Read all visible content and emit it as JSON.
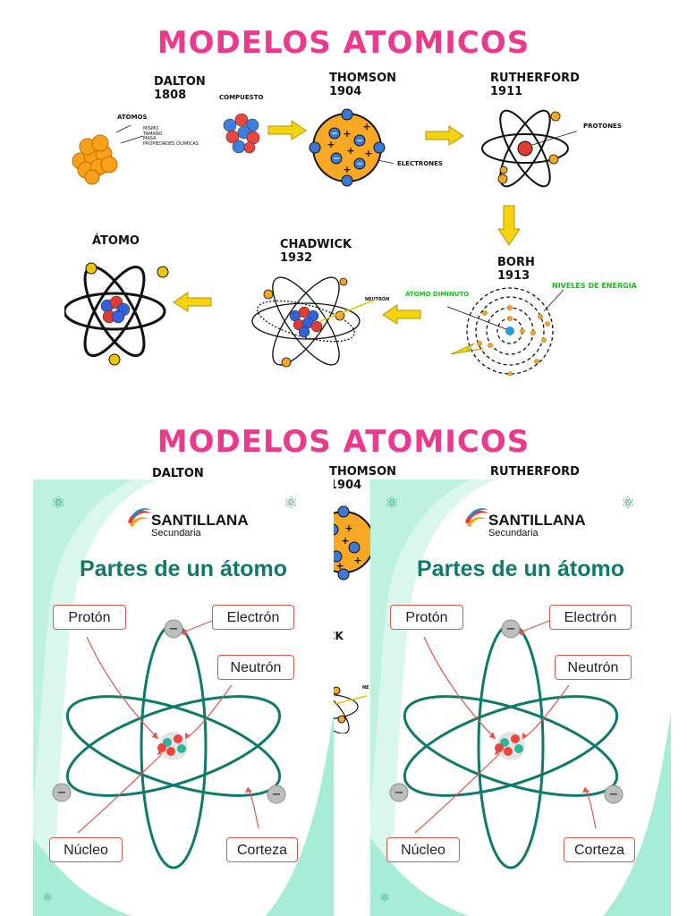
{
  "top_section": {
    "title": "MODELOS ATOMICOS",
    "title_color": "#ea3a8c",
    "models": [
      {
        "name": "DALTON",
        "year": "1808"
      },
      {
        "name": "THOMSON",
        "year": "1904"
      },
      {
        "name": "RUTHERFORD",
        "year": "1911"
      },
      {
        "name": "BORH",
        "year": "1913"
      },
      {
        "name": "CHADWICK",
        "year": "1932"
      },
      {
        "name": "ÁTOMO",
        "year": ""
      }
    ],
    "annotations": {
      "atomos": "ATÓMOS",
      "dalton_notes": [
        "MISMO",
        "TAMAÑO",
        "MASA",
        "PROPIEDADES QUIMICAS"
      ],
      "compuesto": "COMPUESTO",
      "electrones": "ELECTRONES",
      "protones": "PROTONES",
      "atomo_diminuto": "ÁTOMO DIMINUTO",
      "niveles_energia": "NIVELES DE ENERGIA",
      "neutron": "NEUTRÓN"
    }
  },
  "bottom_section": {
    "title": "MODELOS ATOMICOS",
    "partial_labels": {
      "dalton": "DALTON",
      "thomson": "THOMSON",
      "thomson_year": "1904",
      "rutherford": "RUTHERFORD",
      "chadwick_fragment": "VICK",
      "neutron_fragment": "NE"
    },
    "cards": [
      {
        "brand": "SANTILLANA",
        "brand_sub": "Secundaria",
        "title": "Partes de un átomo",
        "labels": {
          "proton": "Protón",
          "electron": "Electrón",
          "neutron": "Neutrón",
          "nucleo": "Núcleo",
          "corteza": "Corteza"
        }
      },
      {
        "brand": "SANTILLANA",
        "brand_sub": "Secundaria",
        "title": "Partes de un átomo",
        "labels": {
          "proton": "Protón",
          "electron": "Electrón",
          "neutron": "Neutrón",
          "nucleo": "Núcleo",
          "corteza": "Corteza"
        }
      }
    ],
    "colors": {
      "teal": "#0e7a6c",
      "mint": "#a7ecd6",
      "label_border": "#e0564a",
      "proton": "#e8463e",
      "neutron": "#2bb59a"
    }
  }
}
